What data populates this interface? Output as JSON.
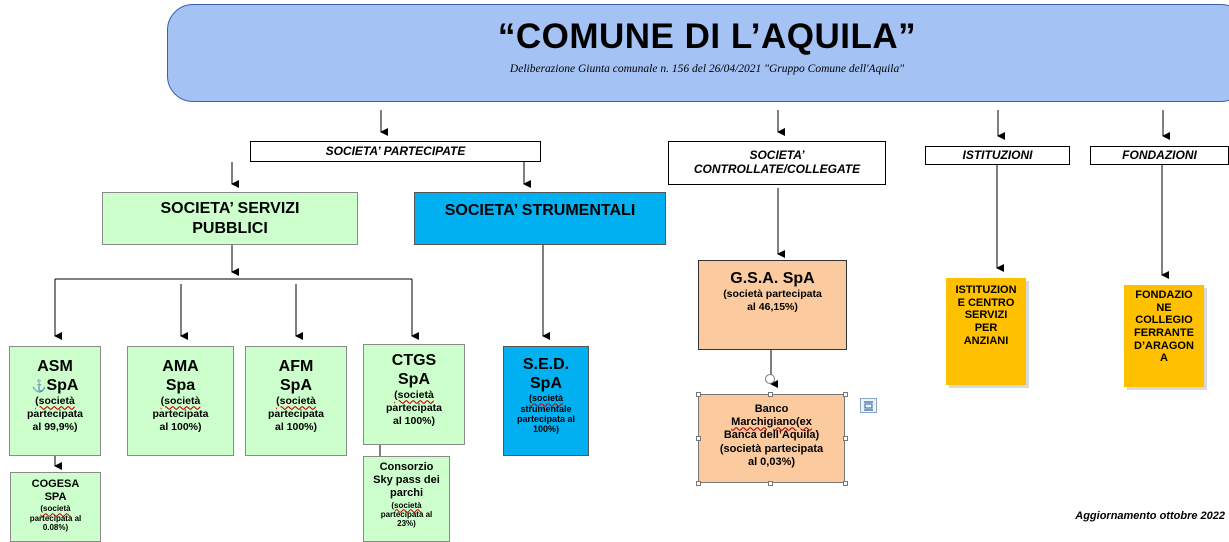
{
  "header": {
    "title": "“COMUNE DI L’AQUILA”",
    "subtitle": "Deliberazione Giunta comunale n. 156 del 26/04/2021 \"Gruppo Comune dell'Aquila\""
  },
  "branches": {
    "partecipate": "SOCIETA’ PARTECIPATE",
    "controllate_line1": "SOCIETA’",
    "controllate_line2": "CONTROLLATE/COLLEGATE",
    "istituzioni": "ISTITUZIONI",
    "fondazioni": "FONDAZIONI"
  },
  "categories": {
    "servizi_line1": "SOCIETA’ SERVIZI",
    "servizi_line2": "PUBBLICI",
    "strumentali": "SOCIETA’ STRUMENTALI"
  },
  "companies": {
    "asm": {
      "name1": "ASM",
      "name2": "SpA",
      "note1": "(società",
      "note2": "partecipata",
      "note3": "al 99,9%)"
    },
    "ama": {
      "name1": "AMA",
      "name2": "Spa",
      "note1": "(società",
      "note2": "partecipata",
      "note3": "al 100%)"
    },
    "afm": {
      "name1": "AFM",
      "name2": "SpA",
      "note1": "(società",
      "note2": "partecipata",
      "note3": "al 100%)"
    },
    "ctgs": {
      "name1": "CTGS",
      "name2": "SpA",
      "note1": "(società",
      "note2": "partecipata",
      "note3": "al 100%)"
    },
    "sed": {
      "name1": "S.E.D.",
      "name2": "SpA",
      "note1": "(società",
      "note2": "strumentale",
      "note3": "partecipata al",
      "note4": "100%)"
    },
    "cogesa": {
      "name1": "COGESA",
      "name2": "SPA",
      "note1": "(società",
      "note2": "partecipata al",
      "note3": "0.08%)"
    },
    "consorzio": {
      "name1": "Consorzio",
      "name2": "Sky pass dei",
      "name3": "parchi",
      "note1": "(società",
      "note2": "partecipata al",
      "note3": "23%)"
    },
    "gsa": {
      "name": "G.S.A. SpA",
      "note1": "(società partecipata",
      "note2": "al 46,15%)"
    },
    "banco": {
      "line1": "Banco",
      "line2": "Marchigiano(ex",
      "line3": "Banca dell’Aquila)",
      "line4": "(società partecipata",
      "line5": "al 0,03%)"
    }
  },
  "istituzioni_box": {
    "line1": "ISTITUZION",
    "line2": "E CENTRO",
    "line3": "SERVIZI",
    "line4": "PER",
    "line5": "ANZIANI"
  },
  "fondazioni_box": {
    "line1": "FONDAZIO",
    "line2": "NE",
    "line3": "COLLEGIO",
    "line4": "FERRANTE",
    "line5": "D’ARAGON",
    "line6": "A"
  },
  "footer": {
    "update": "Aggiornamento ottobre 2022"
  },
  "colors": {
    "header": "#a4c2f4",
    "green": "#ccffcc",
    "blue": "#00b0f0",
    "peach": "#fbcb9f",
    "yellow": "#ffc000"
  },
  "icons": [
    "anchor-icon",
    "layout-options-icon",
    "rotate-handle-icon"
  ]
}
